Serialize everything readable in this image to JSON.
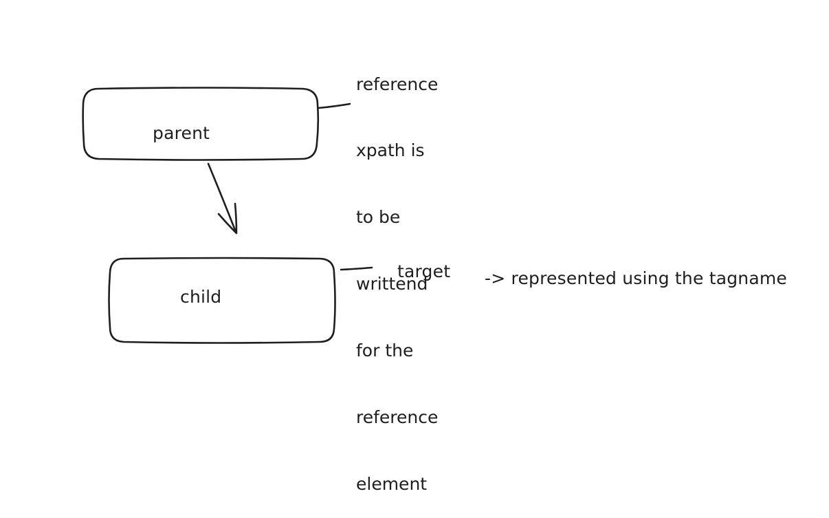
{
  "diagram": {
    "nodes": {
      "parent": {
        "label": "parent"
      },
      "child": {
        "label": "child"
      }
    },
    "note_lines": [
      "reference",
      "xpath is",
      "to be",
      "writtend",
      "for the",
      "reference",
      "element"
    ],
    "target": {
      "label": "target",
      "description": "-> represented using the tagname"
    },
    "colors": {
      "stroke": "#1e1e1e",
      "background": "#ffffff"
    }
  }
}
